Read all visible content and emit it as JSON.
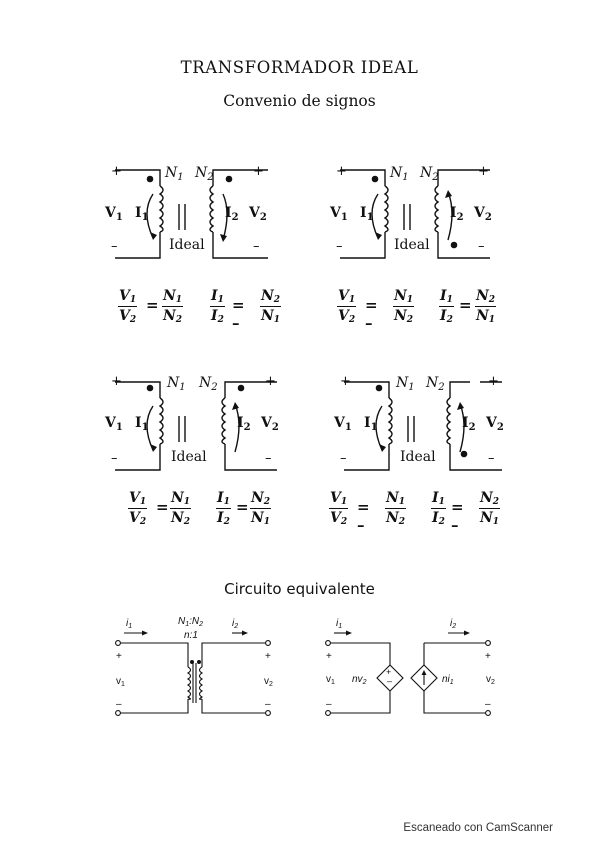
{
  "title": "TRANSFORMADOR IDEAL",
  "subtitle": "Convenio de signos",
  "transformers": [
    {
      "v1": "V",
      "v1_sub": "1",
      "i1": "I",
      "i1_sub": "1",
      "n1": "N",
      "n1_sub": "1",
      "n2": "N",
      "n2_sub": "2",
      "i2": "I",
      "i2_sub": "2",
      "v2": "V",
      "v2_sub": "2",
      "ideal": "Ideal",
      "plus": "+",
      "minus": "–",
      "eq_left": {
        "num": "V",
        "num_sub": "1",
        "den": "V",
        "den_sub": "2",
        "rnum": "N",
        "rnum_sub": "1",
        "rden": "N",
        "rden_sub": "2",
        "sign": "="
      },
      "eq_right": {
        "num": "I",
        "num_sub": "1",
        "den": "I",
        "den_sub": "2",
        "rnum": "N",
        "rnum_sub": "2",
        "rden": "N",
        "rden_sub": "1",
        "sign": "= –"
      }
    },
    {
      "v1": "V",
      "v1_sub": "1",
      "i1": "I",
      "i1_sub": "1",
      "n1": "N",
      "n1_sub": "1",
      "n2": "N",
      "n2_sub": "2",
      "i2": "I",
      "i2_sub": "2",
      "v2": "V",
      "v2_sub": "2",
      "ideal": "Ideal",
      "plus": "+",
      "minus": "–",
      "eq_left": {
        "num": "V",
        "num_sub": "1",
        "den": "V",
        "den_sub": "2",
        "rnum": "N",
        "rnum_sub": "1",
        "rden": "N",
        "rden_sub": "2",
        "sign": "= –"
      },
      "eq_right": {
        "num": "I",
        "num_sub": "1",
        "den": "I",
        "den_sub": "2",
        "rnum": "N",
        "rnum_sub": "2",
        "rden": "N",
        "rden_sub": "1",
        "sign": "="
      }
    },
    {
      "v1": "V",
      "v1_sub": "1",
      "i1": "I",
      "i1_sub": "1",
      "n1": "N",
      "n1_sub": "1",
      "n2": "N",
      "n2_sub": "2",
      "i2": "I",
      "i2_sub": "2",
      "v2": "V",
      "v2_sub": "2",
      "ideal": "Ideal",
      "plus": "+",
      "minus": "–",
      "eq_left": {
        "num": "V",
        "num_sub": "1",
        "den": "V",
        "den_sub": "2",
        "rnum": "N",
        "rnum_sub": "1",
        "rden": "N",
        "rden_sub": "2",
        "sign": "="
      },
      "eq_right": {
        "num": "I",
        "num_sub": "1",
        "den": "I",
        "den_sub": "2",
        "rnum": "N",
        "rnum_sub": "2",
        "rden": "N",
        "rden_sub": "1",
        "sign": "="
      }
    },
    {
      "v1": "V",
      "v1_sub": "1",
      "i1": "I",
      "i1_sub": "1",
      "n1": "N",
      "n1_sub": "1",
      "n2": "N",
      "n2_sub": "2",
      "i2": "I",
      "i2_sub": "2",
      "v2": "V",
      "v2_sub": "2",
      "ideal": "Ideal",
      "plus": "+",
      "minus": "–",
      "eq_left": {
        "num": "V",
        "num_sub": "1",
        "den": "V",
        "den_sub": "2",
        "rnum": "N",
        "rnum_sub": "1",
        "rden": "N",
        "rden_sub": "2",
        "sign": "= –"
      },
      "eq_right": {
        "num": "I",
        "num_sub": "1",
        "den": "I",
        "den_sub": "2",
        "rnum": "N",
        "rnum_sub": "2",
        "rden": "N",
        "rden_sub": "1",
        "sign": "= –"
      }
    }
  ],
  "equivalent": {
    "heading": "Circuito equivalente",
    "left": {
      "i1": "i",
      "i1_sub": "1",
      "i2": "i",
      "i2_sub": "2",
      "ratio_top": "N",
      "ratio_top_sub1": "1",
      "ratio_colon": ":",
      "ratio_top2": "N",
      "ratio_top_sub2": "2",
      "ratio_bottom": "n:1",
      "v1": "v",
      "v1_sub": "1",
      "v2": "v",
      "v2_sub": "2",
      "plus": "+",
      "minus": "–"
    },
    "right": {
      "i1": "i",
      "i1_sub": "1",
      "i2": "i",
      "i2_sub": "2",
      "v1": "v",
      "v1_sub": "1",
      "v2": "v",
      "v2_sub": "2",
      "src_v": "nv",
      "src_v_sub": "2",
      "src_i": "ni",
      "src_i_sub": "1",
      "plus": "+",
      "minus": "–"
    }
  },
  "footer": "Escaneado con CamScanner"
}
